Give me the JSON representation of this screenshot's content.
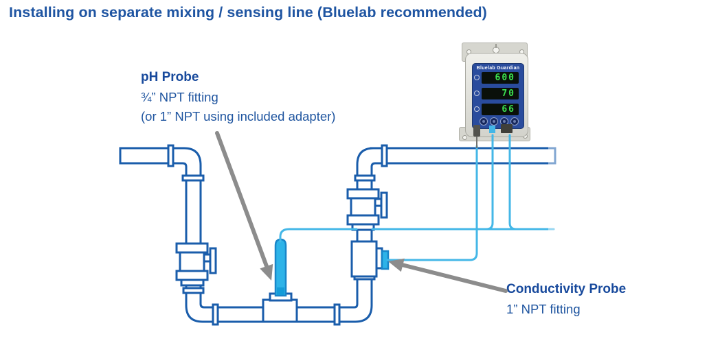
{
  "title": "Installing on separate mixing / sensing line (Bluelab recommended)",
  "annotations": {
    "ph_probe": {
      "heading": "pH Probe",
      "line1": "¾” NPT fitting",
      "line2": "(or 1” NPT using included adapter)"
    },
    "conductivity_probe": {
      "heading": "Conductivity Probe",
      "line1": "1” NPT fitting"
    }
  },
  "device": {
    "brand": "Bluelab Guardian",
    "displays": [
      {
        "name": "conductivity-display",
        "value": "600"
      },
      {
        "name": "temperature-display",
        "value": "70"
      },
      {
        "name": "ph-display",
        "value": "66"
      }
    ]
  },
  "colors": {
    "heading_blue": "#1e549f",
    "pipe_blue": "#1a5dab",
    "cable_cyan": "#44b7e7",
    "probe_cyan": "#2db3e8",
    "arrow_gray": "#8c8c8c",
    "display_green": "#3be04e",
    "panel_navy": "#2a4c9d"
  }
}
